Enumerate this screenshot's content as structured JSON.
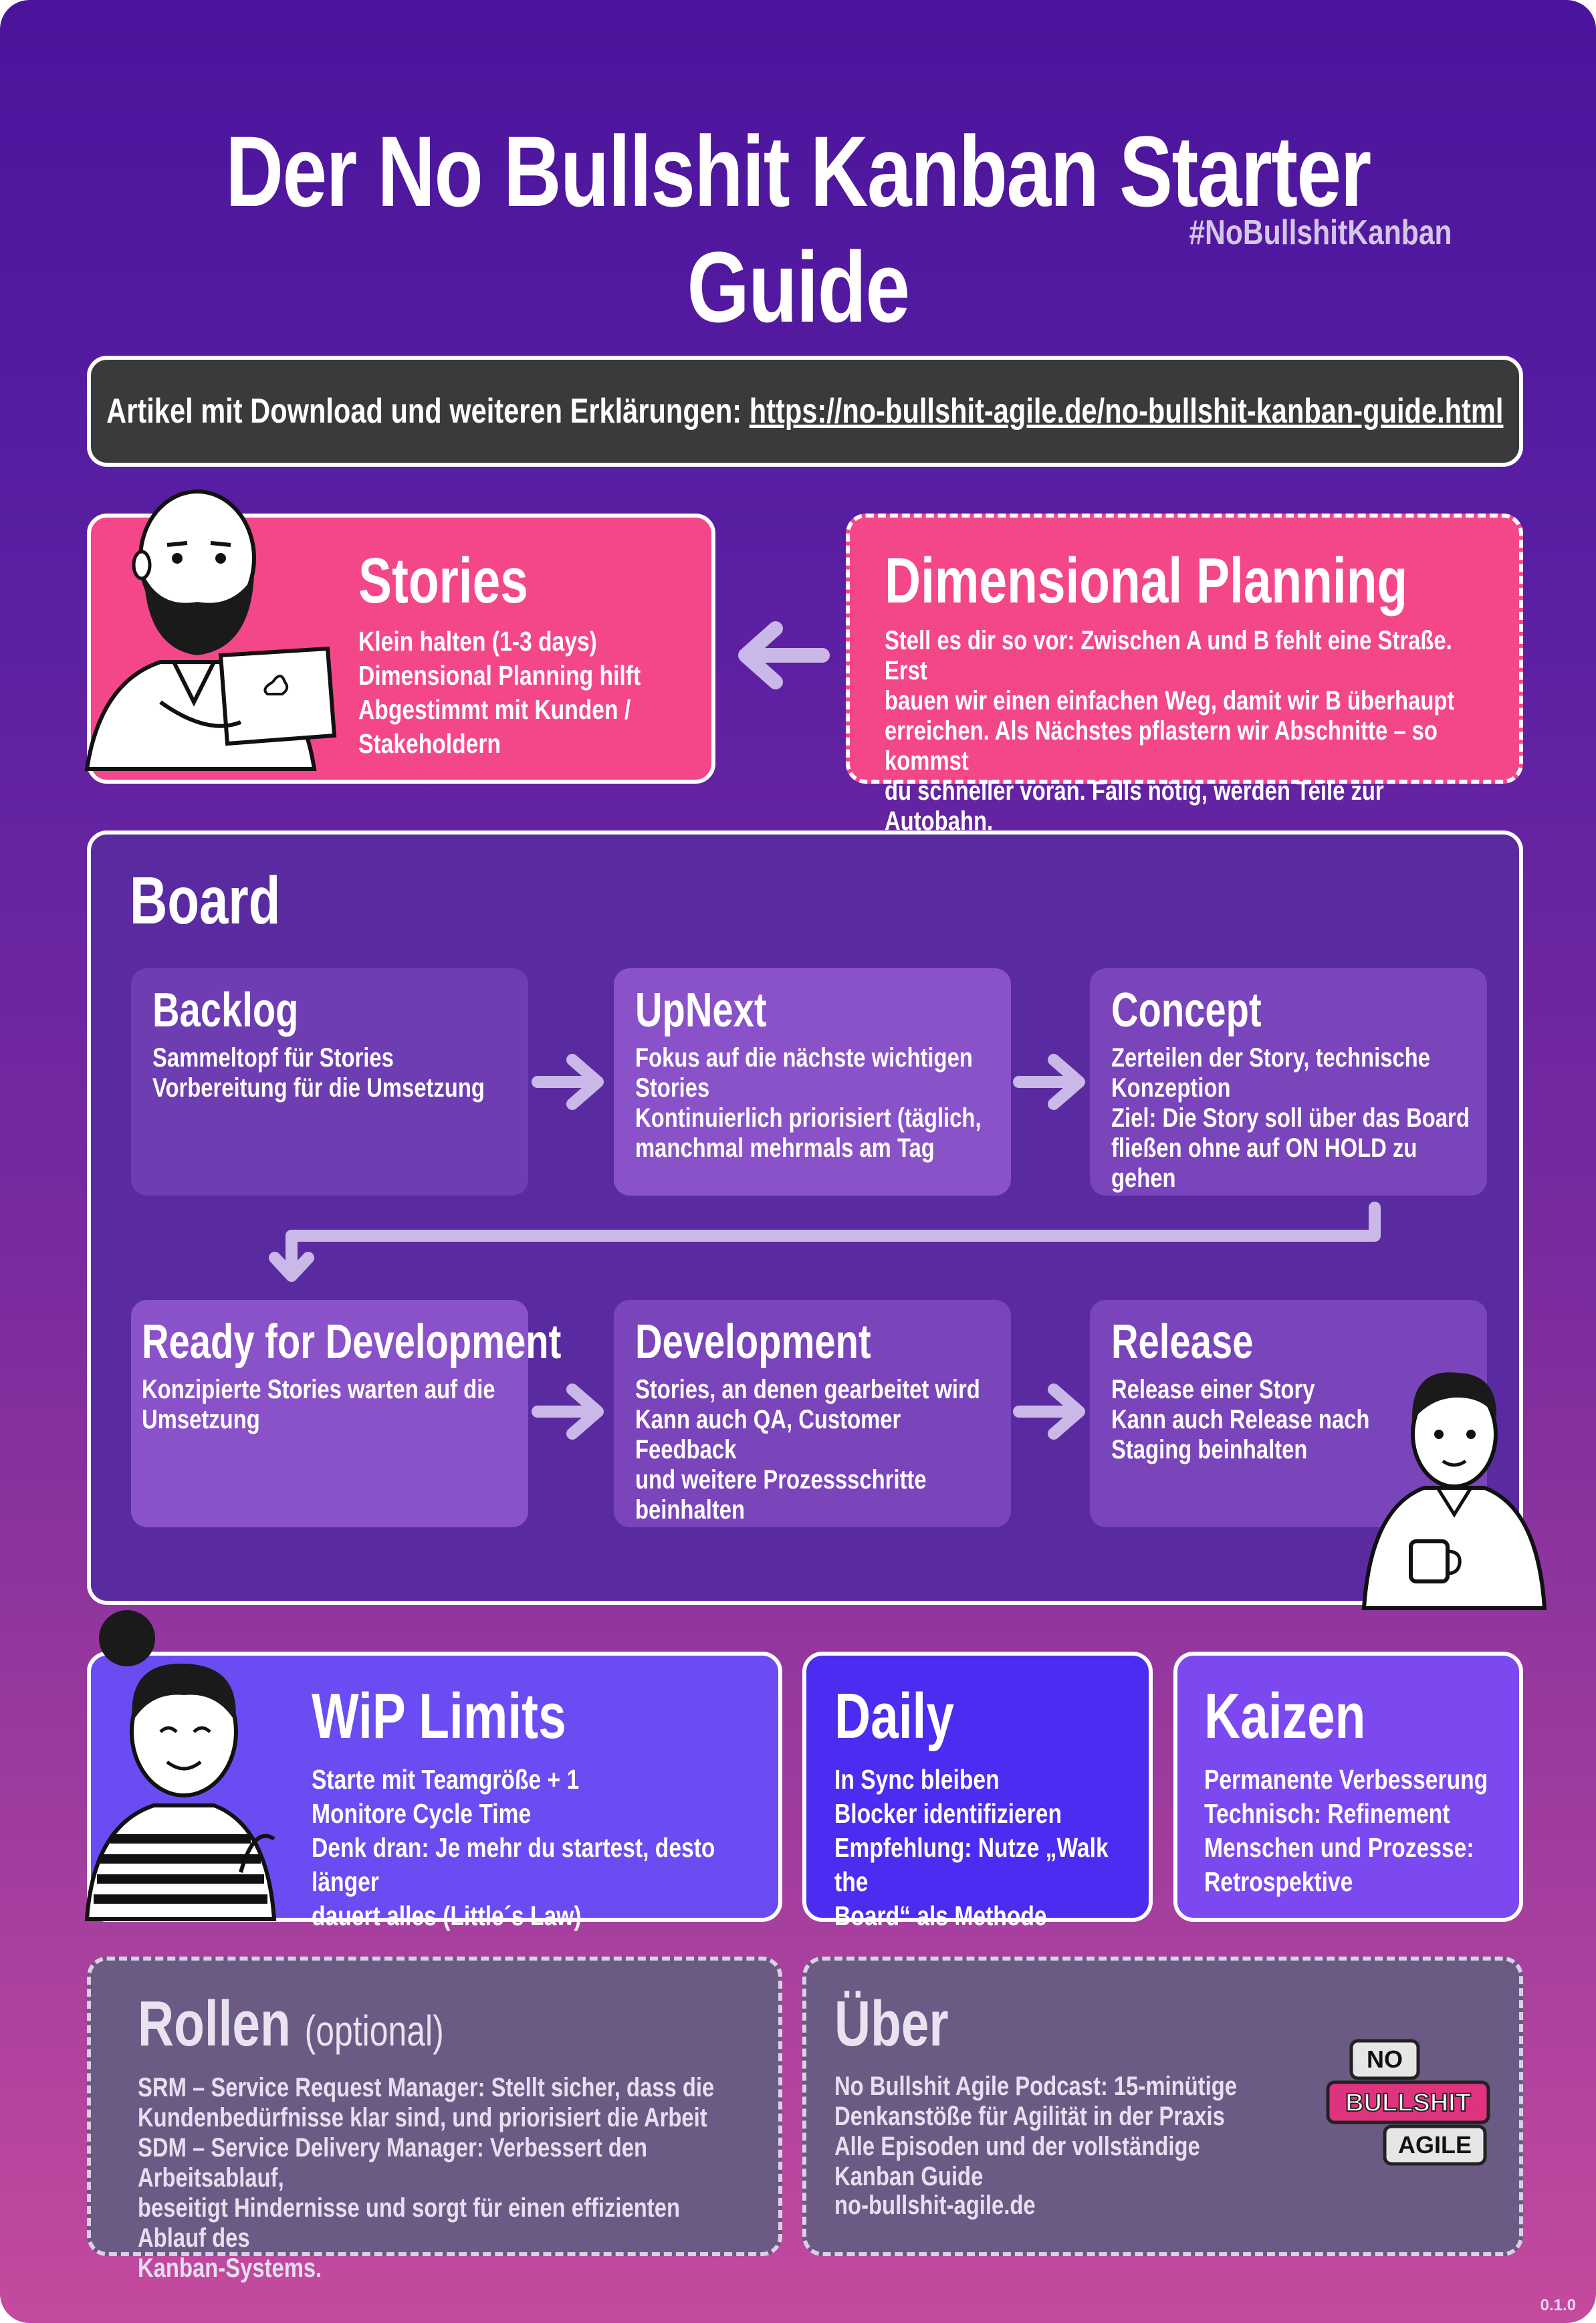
{
  "header": {
    "title": "Der No Bullshit Kanban Starter Guide",
    "hashtag": "#NoBullshitKanban"
  },
  "article": {
    "label": "Artikel mit Download und weiteren Erklärungen: ",
    "url": "https://no-bullshit-agile.de/no-bullshit-kanban-guide.html"
  },
  "stories": {
    "title": "Stories",
    "lines": [
      "Klein halten (1-3  days)",
      "Dimensional Planning hilft",
      "Abgestimmt mit Kunden /\nStakeholdern"
    ]
  },
  "dimensional_planning": {
    "title": "Dimensional Planning",
    "text": "Stell es dir so vor: Zwischen A und B fehlt eine Straße. Erst\nbauen wir einen einfachen Weg, damit wir B überhaupt\nerreichen. Als Nächstes pflastern wir Abschnitte – so kommst\ndu schneller voran. Falls nötig, werden Teile zur Autobahn."
  },
  "board": {
    "title": "Board",
    "columns": [
      {
        "title": "Backlog",
        "lines": [
          "Sammeltopf für Stories",
          "Vorbereitung für die Umsetzung"
        ]
      },
      {
        "title": "UpNext",
        "lines": [
          "Fokus auf die nächste wichtigen\nStories",
          "Kontinuierlich priorisiert (täglich,\nmanchmal mehrmals am Tag"
        ]
      },
      {
        "title": "Concept",
        "lines": [
          "Zerteilen der Story, technische\nKonzeption",
          "Ziel: Die Story soll über das Board\nfließen ohne auf ON HOLD zu gehen"
        ]
      },
      {
        "title": "Ready for Development",
        "lines": [
          "Konzipierte Stories warten auf die\nUmsetzung"
        ]
      },
      {
        "title": "Development",
        "lines": [
          "Stories, an denen gearbeitet wird",
          "Kann auch QA, Customer Feedback\nund weitere Prozessschritte\nbeinhalten"
        ]
      },
      {
        "title": "Release",
        "lines": [
          "Release einer Story",
          "Kann auch Release nach\nStaging beinhalten"
        ]
      }
    ]
  },
  "wip": {
    "title": "WiP Limits",
    "lines": [
      "Starte mit Teamgröße + 1",
      "Monitore Cycle Time",
      "Denk dran: Je mehr du startest, desto länger\ndauert alles (Little´s Law)"
    ]
  },
  "daily": {
    "title": "Daily",
    "lines": [
      "In Sync bleiben",
      "Blocker identifizieren",
      "Empfehlung: Nutze „Walk the\nBoard“ als Methode"
    ]
  },
  "kaizen": {
    "title": "Kaizen",
    "lines": [
      "Permanente Verbesserung",
      "Technisch: Refinement",
      "Menschen und Prozesse:\nRetrospektive"
    ]
  },
  "roles": {
    "title": "Rollen",
    "optional": "(optional)",
    "lines": [
      "SRM – Service Request Manager: Stellt sicher, dass die\nKundenbedürfnisse klar sind, und priorisiert die Arbeit",
      "SDM – Service Delivery Manager: Verbessert den Arbeitsablauf,\nbeseitigt Hindernisse und sorgt für einen effizienten Ablauf des\nKanban-Systems."
    ]
  },
  "about": {
    "title": "Über",
    "lines": [
      "No Bullshit Agile Podcast: 15-minütige\nDenkanstöße für Agilität in der Praxis",
      "Alle Episoden und der vollständige Kanban Guide"
    ],
    "site": "no-bullshit-agile.de",
    "logo": {
      "no": "NO",
      "bullshit": "BULLSHIT",
      "agile": "AGILE"
    }
  },
  "version": "0.1.0",
  "colors": {
    "pink": "#f4478a",
    "board": "#5a2ba0",
    "wip": "#6a4cf2",
    "daily": "#4b2cf0",
    "kaizen": "#7c48f0",
    "muted_card": "#6b5a84",
    "arrow": "#c9b8e8"
  }
}
